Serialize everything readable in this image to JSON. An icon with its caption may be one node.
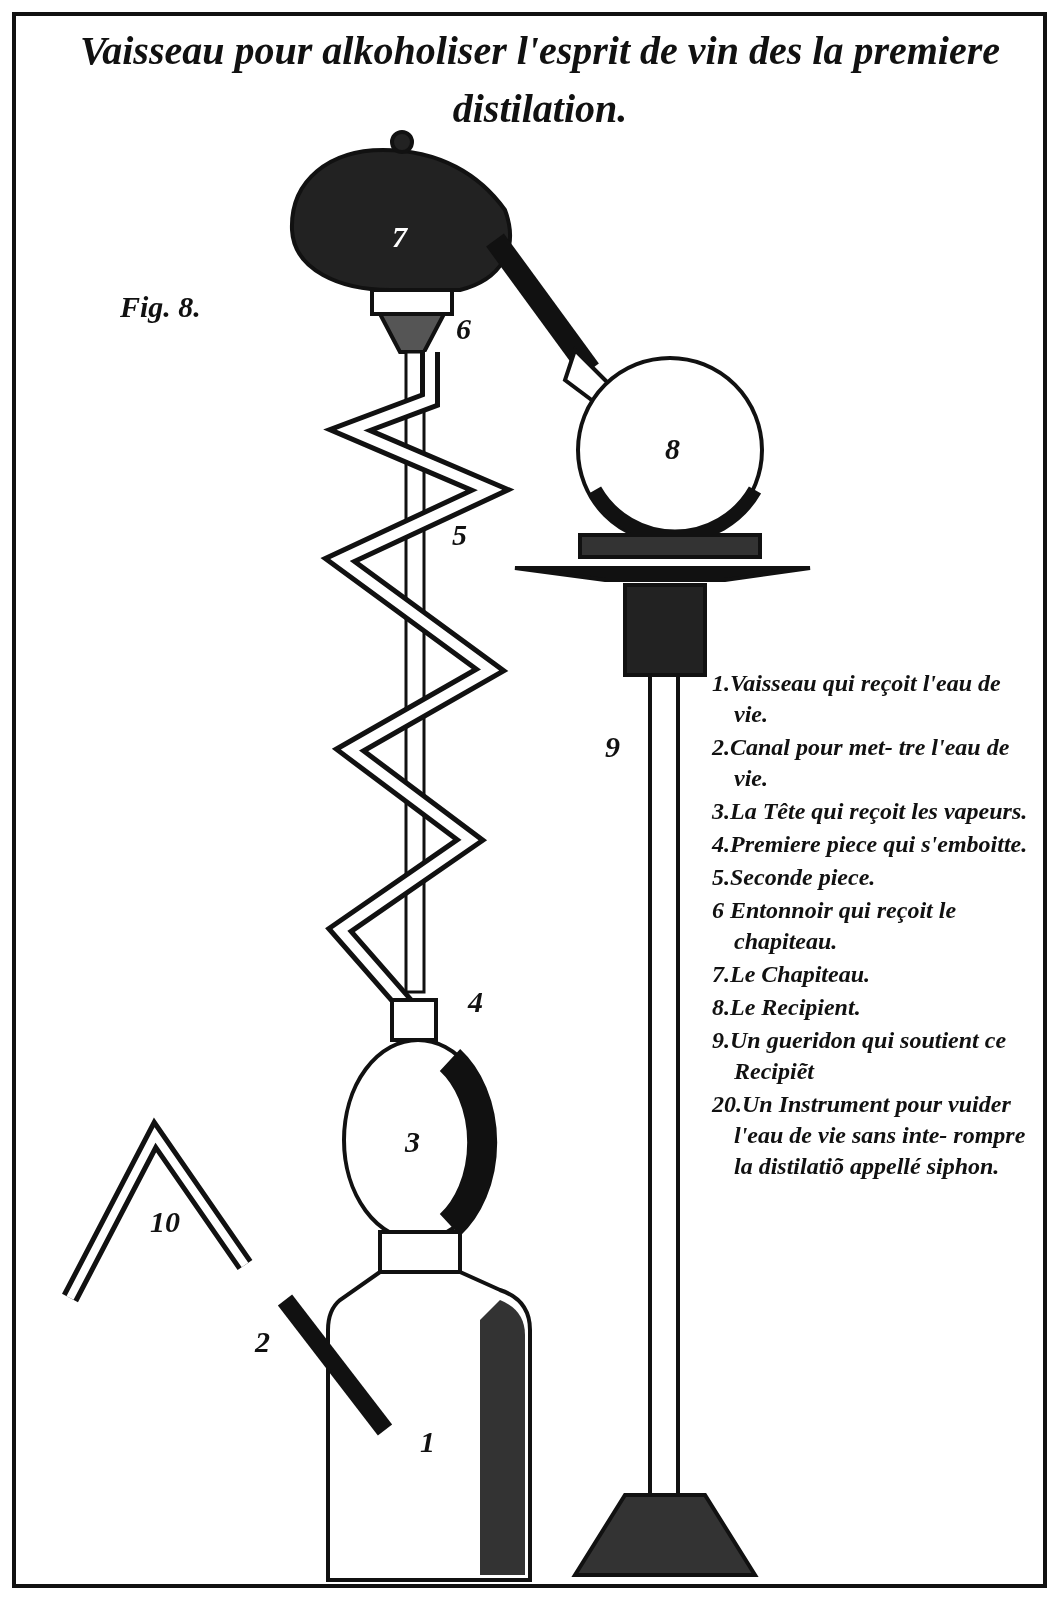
{
  "diagram": {
    "title": "Vaisseau pour alkoholiser l'esprit de vin des la premiere distilation.",
    "labels": [
      "Fig. 8.",
      "7",
      "6",
      "8",
      "5",
      "9",
      "4",
      "3",
      "10",
      "2",
      "1",
      "1.Vaisseau qui reçoit l'eau de vie.",
      "2.Canal pour met- tre l'eau de vie.",
      "3.La Tête qui reçoit les vapeurs.",
      "4.Premiere piece qui s'emboitte.",
      "5.Seconde piece.",
      "6 Entonnoir qui reçoit le chapiteau.",
      "7.Le Chapiteau.",
      "8.Le Recipient.",
      "9.Un gueridon qui soutient ce Recipiẽt",
      "20.Un Instrument pour vuider l'eau de vie sans inte- rompre la distilatiõ appellé siphon."
    ]
  }
}
